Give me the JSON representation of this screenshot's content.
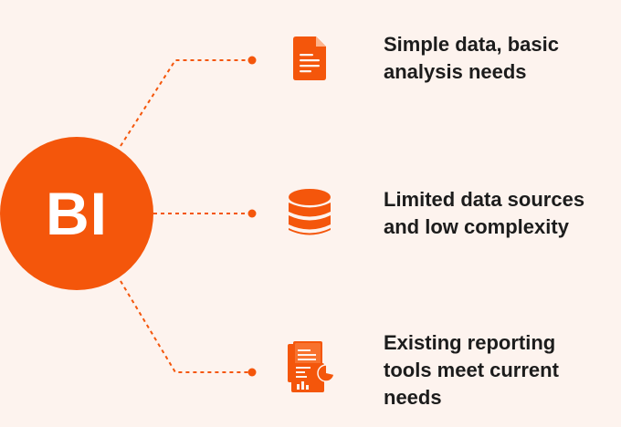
{
  "center": {
    "label": "BI"
  },
  "items": [
    {
      "lines": [
        "Simple data, basic",
        "analysis needs"
      ],
      "icon": "document-icon"
    },
    {
      "lines": [
        "Limited data sources",
        "and low complexity"
      ],
      "icon": "database-icon"
    },
    {
      "lines": [
        "Existing reporting",
        "tools meet current",
        "needs"
      ],
      "icon": "report-chart-icon"
    }
  ],
  "colors": {
    "accent": "#f4560b",
    "background": "#fdf3ee",
    "text": "#1c1c1c"
  }
}
